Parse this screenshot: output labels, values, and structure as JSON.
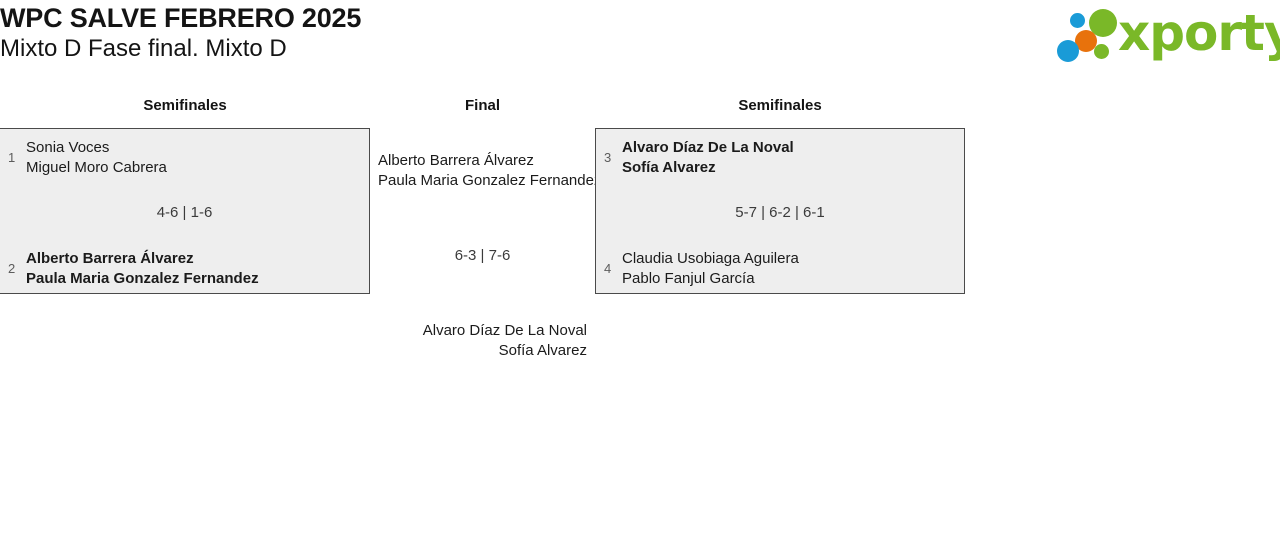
{
  "header": {
    "title_line_1": "WPC SALVE FEBRERO 2025",
    "title_line_2": "Mixto D Fase final. Mixto D",
    "logo_word": "xporty"
  },
  "rounds": [
    {
      "key": "semis_left",
      "label": "Semifinales"
    },
    {
      "key": "final",
      "label": "Final"
    },
    {
      "key": "semis_right",
      "label": "Semifinales"
    }
  ],
  "bracket": {
    "semifinal_left": {
      "top": {
        "seed": "1",
        "player_1": "Sonia Voces",
        "player_2": "Miguel Moro Cabrera",
        "winner": false
      },
      "bottom": {
        "seed": "2",
        "player_1": "Alberto Barrera Álvarez",
        "player_2": "Paula Maria Gonzalez Fernandez",
        "winner": true
      },
      "score": "4-6 | 1-6"
    },
    "semifinal_right": {
      "top": {
        "seed": "3",
        "player_1": "Alvaro Díaz De La Noval",
        "player_2": "Sofía Alvarez",
        "winner": true
      },
      "bottom": {
        "seed": "4",
        "player_1": "Claudia Usobiaga Aguilera",
        "player_2": "Pablo Fanjul García",
        "winner": false
      },
      "score": "5-7 | 6-2 | 6-1"
    },
    "final": {
      "top": {
        "player_1": "Alberto Barrera Álvarez",
        "player_2": "Paula Maria Gonzalez Fernandez",
        "winner": true
      },
      "bottom": {
        "player_1": "Alvaro Díaz De La Noval",
        "player_2": "Sofía Alvarez",
        "winner": false
      },
      "score": "6-3 | 7-6"
    }
  },
  "colors": {
    "box_fill": "#eeeeee",
    "box_border": "#4a4a4a",
    "logo_green": "#7ab828",
    "logo_blue": "#1a9bd7",
    "logo_orange": "#e8720c",
    "text": "#1b1b1b",
    "seed_text": "#5c5c5c"
  }
}
